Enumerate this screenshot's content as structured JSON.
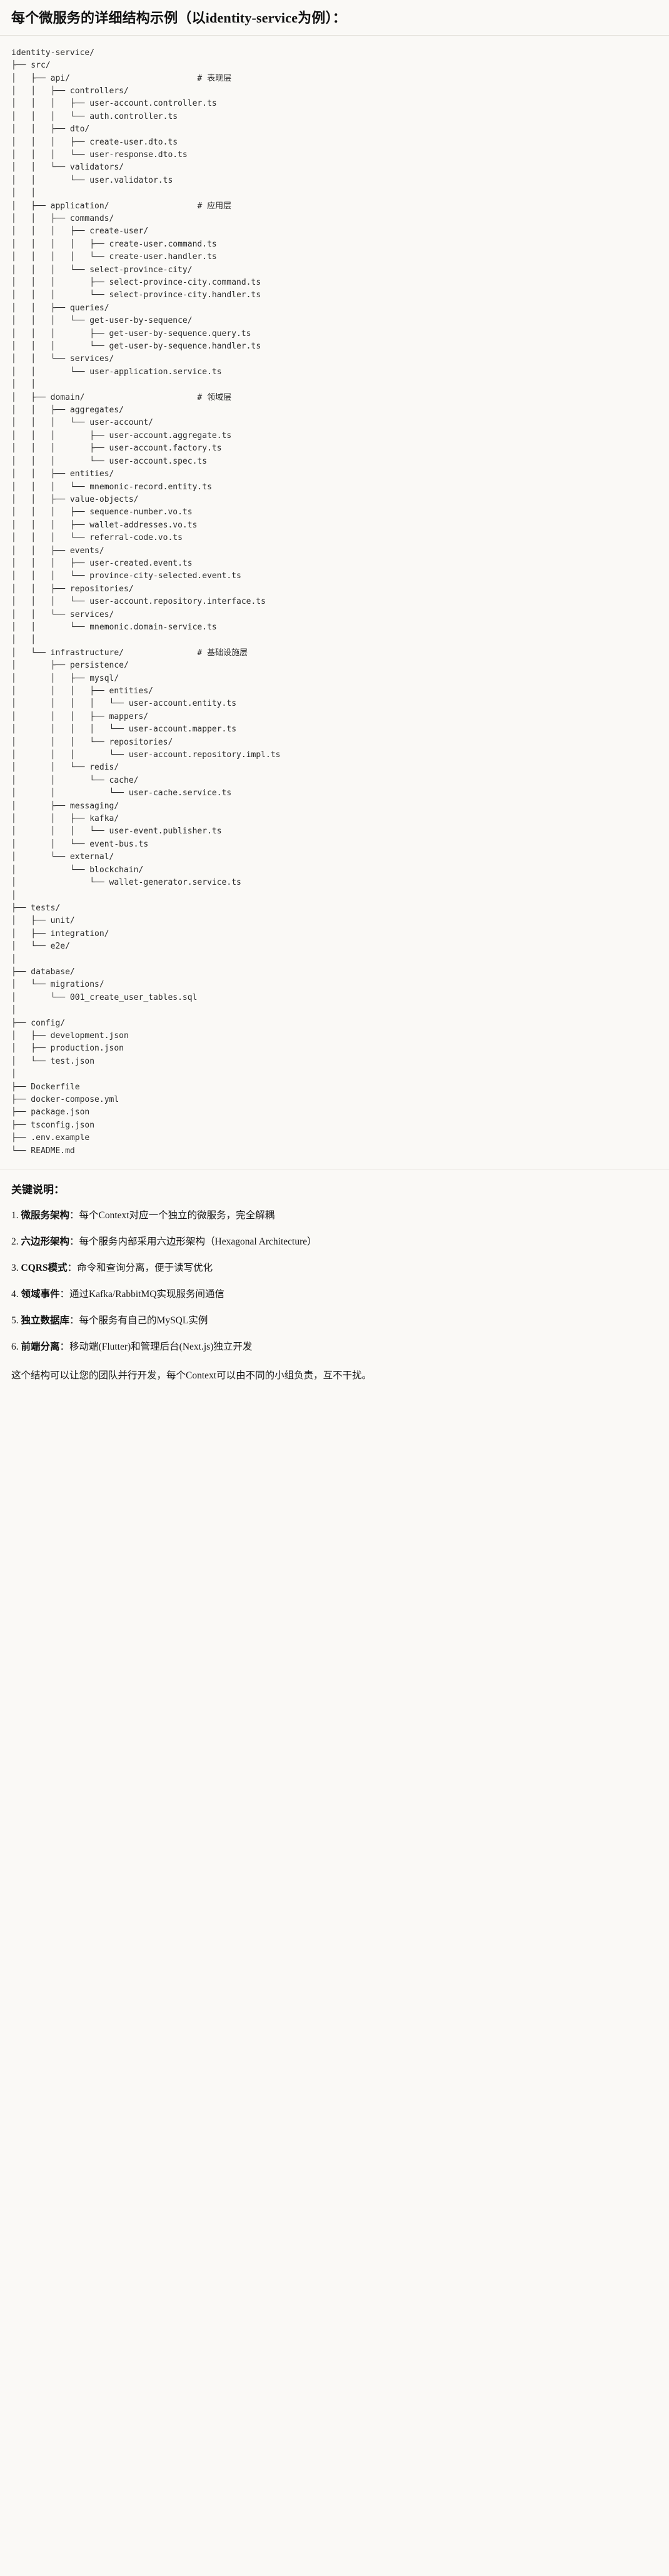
{
  "heading": "每个微服务的详细结构示例（以identity-service为例）：",
  "tree": {
    "root": "identity-service/",
    "lines": [
      {
        "prefix": "identity-service/",
        "comment": ""
      },
      {
        "prefix": "├── src/",
        "comment": ""
      },
      {
        "prefix": "│   ├── api/",
        "comment": "# 表现层"
      },
      {
        "prefix": "│   │   ├── controllers/",
        "comment": ""
      },
      {
        "prefix": "│   │   │   ├── user-account.controller.ts",
        "comment": ""
      },
      {
        "prefix": "│   │   │   └── auth.controller.ts",
        "comment": ""
      },
      {
        "prefix": "│   │   ├── dto/",
        "comment": ""
      },
      {
        "prefix": "│   │   │   ├── create-user.dto.ts",
        "comment": ""
      },
      {
        "prefix": "│   │   │   └── user-response.dto.ts",
        "comment": ""
      },
      {
        "prefix": "│   │   └── validators/",
        "comment": ""
      },
      {
        "prefix": "│   │       └── user.validator.ts",
        "comment": ""
      },
      {
        "prefix": "│   │",
        "comment": ""
      },
      {
        "prefix": "│   ├── application/",
        "comment": "# 应用层"
      },
      {
        "prefix": "│   │   ├── commands/",
        "comment": ""
      },
      {
        "prefix": "│   │   │   ├── create-user/",
        "comment": ""
      },
      {
        "prefix": "│   │   │   │   ├── create-user.command.ts",
        "comment": ""
      },
      {
        "prefix": "│   │   │   │   └── create-user.handler.ts",
        "comment": ""
      },
      {
        "prefix": "│   │   │   └── select-province-city/",
        "comment": ""
      },
      {
        "prefix": "│   │   │       ├── select-province-city.command.ts",
        "comment": ""
      },
      {
        "prefix": "│   │   │       └── select-province-city.handler.ts",
        "comment": ""
      },
      {
        "prefix": "│   │   ├── queries/",
        "comment": ""
      },
      {
        "prefix": "│   │   │   └── get-user-by-sequence/",
        "comment": ""
      },
      {
        "prefix": "│   │   │       ├── get-user-by-sequence.query.ts",
        "comment": ""
      },
      {
        "prefix": "│   │   │       └── get-user-by-sequence.handler.ts",
        "comment": ""
      },
      {
        "prefix": "│   │   └── services/",
        "comment": ""
      },
      {
        "prefix": "│   │       └── user-application.service.ts",
        "comment": ""
      },
      {
        "prefix": "│   │",
        "comment": ""
      },
      {
        "prefix": "│   ├── domain/",
        "comment": "# 领域层"
      },
      {
        "prefix": "│   │   ├── aggregates/",
        "comment": ""
      },
      {
        "prefix": "│   │   │   └── user-account/",
        "comment": ""
      },
      {
        "prefix": "│   │   │       ├── user-account.aggregate.ts",
        "comment": ""
      },
      {
        "prefix": "│   │   │       ├── user-account.factory.ts",
        "comment": ""
      },
      {
        "prefix": "│   │   │       └── user-account.spec.ts",
        "comment": ""
      },
      {
        "prefix": "│   │   ├── entities/",
        "comment": ""
      },
      {
        "prefix": "│   │   │   └── mnemonic-record.entity.ts",
        "comment": ""
      },
      {
        "prefix": "│   │   ├── value-objects/",
        "comment": ""
      },
      {
        "prefix": "│   │   │   ├── sequence-number.vo.ts",
        "comment": ""
      },
      {
        "prefix": "│   │   │   ├── wallet-addresses.vo.ts",
        "comment": ""
      },
      {
        "prefix": "│   │   │   └── referral-code.vo.ts",
        "comment": ""
      },
      {
        "prefix": "│   │   ├── events/",
        "comment": ""
      },
      {
        "prefix": "│   │   │   ├── user-created.event.ts",
        "comment": ""
      },
      {
        "prefix": "│   │   │   └── province-city-selected.event.ts",
        "comment": ""
      },
      {
        "prefix": "│   │   ├── repositories/",
        "comment": ""
      },
      {
        "prefix": "│   │   │   └── user-account.repository.interface.ts",
        "comment": ""
      },
      {
        "prefix": "│   │   └── services/",
        "comment": ""
      },
      {
        "prefix": "│   │       └── mnemonic.domain-service.ts",
        "comment": ""
      },
      {
        "prefix": "│   │",
        "comment": ""
      },
      {
        "prefix": "│   └── infrastructure/",
        "comment": "# 基础设施层"
      },
      {
        "prefix": "│       ├── persistence/",
        "comment": ""
      },
      {
        "prefix": "│       │   ├── mysql/",
        "comment": ""
      },
      {
        "prefix": "│       │   │   ├── entities/",
        "comment": ""
      },
      {
        "prefix": "│       │   │   │   └── user-account.entity.ts",
        "comment": ""
      },
      {
        "prefix": "│       │   │   ├── mappers/",
        "comment": ""
      },
      {
        "prefix": "│       │   │   │   └── user-account.mapper.ts",
        "comment": ""
      },
      {
        "prefix": "│       │   │   └── repositories/",
        "comment": ""
      },
      {
        "prefix": "│       │   │       └── user-account.repository.impl.ts",
        "comment": ""
      },
      {
        "prefix": "│       │   └── redis/",
        "comment": ""
      },
      {
        "prefix": "│       │       └── cache/",
        "comment": ""
      },
      {
        "prefix": "│       │           └── user-cache.service.ts",
        "comment": ""
      },
      {
        "prefix": "│       ├── messaging/",
        "comment": ""
      },
      {
        "prefix": "│       │   ├── kafka/",
        "comment": ""
      },
      {
        "prefix": "│       │   │   └── user-event.publisher.ts",
        "comment": ""
      },
      {
        "prefix": "│       │   └── event-bus.ts",
        "comment": ""
      },
      {
        "prefix": "│       └── external/",
        "comment": ""
      },
      {
        "prefix": "│           └── blockchain/",
        "comment": ""
      },
      {
        "prefix": "│               └── wallet-generator.service.ts",
        "comment": ""
      },
      {
        "prefix": "│",
        "comment": ""
      },
      {
        "prefix": "├── tests/",
        "comment": ""
      },
      {
        "prefix": "│   ├── unit/",
        "comment": ""
      },
      {
        "prefix": "│   ├── integration/",
        "comment": ""
      },
      {
        "prefix": "│   └── e2e/",
        "comment": ""
      },
      {
        "prefix": "│",
        "comment": ""
      },
      {
        "prefix": "├── database/",
        "comment": ""
      },
      {
        "prefix": "│   └── migrations/",
        "comment": ""
      },
      {
        "prefix": "│       └── 001_create_user_tables.sql",
        "comment": ""
      },
      {
        "prefix": "│",
        "comment": ""
      },
      {
        "prefix": "├── config/",
        "comment": ""
      },
      {
        "prefix": "│   ├── development.json",
        "comment": ""
      },
      {
        "prefix": "│   ├── production.json",
        "comment": ""
      },
      {
        "prefix": "│   └── test.json",
        "comment": ""
      },
      {
        "prefix": "│",
        "comment": ""
      },
      {
        "prefix": "├── Dockerfile",
        "comment": ""
      },
      {
        "prefix": "├── docker-compose.yml",
        "comment": ""
      },
      {
        "prefix": "├── package.json",
        "comment": ""
      },
      {
        "prefix": "├── tsconfig.json",
        "comment": ""
      },
      {
        "prefix": "├── .env.example",
        "comment": ""
      },
      {
        "prefix": "└── README.md",
        "comment": ""
      }
    ]
  },
  "notes": {
    "title": "关键说明：",
    "items": [
      {
        "term": "微服务架构",
        "sep": "：",
        "desc": "每个Context对应一个独立的微服务，完全解耦"
      },
      {
        "term": "六边形架构",
        "sep": "：",
        "desc": "每个服务内部采用六边形架构（Hexagonal Architecture）"
      },
      {
        "term": "CQRS模式",
        "sep": "：",
        "desc": "命令和查询分离，便于读写优化"
      },
      {
        "term": "领域事件",
        "sep": "：",
        "desc": "通过Kafka/RabbitMQ实现服务间通信"
      },
      {
        "term": "独立数据库",
        "sep": "：",
        "desc": "每个服务有自己的MySQL实例"
      },
      {
        "term": "前端分离",
        "sep": "：",
        "desc": "移动端(Flutter)和管理后台(Next.js)独立开发"
      }
    ],
    "closing": "这个结构可以让您的团队并行开发，每个Context可以由不同的小组负责，互不干扰。"
  }
}
